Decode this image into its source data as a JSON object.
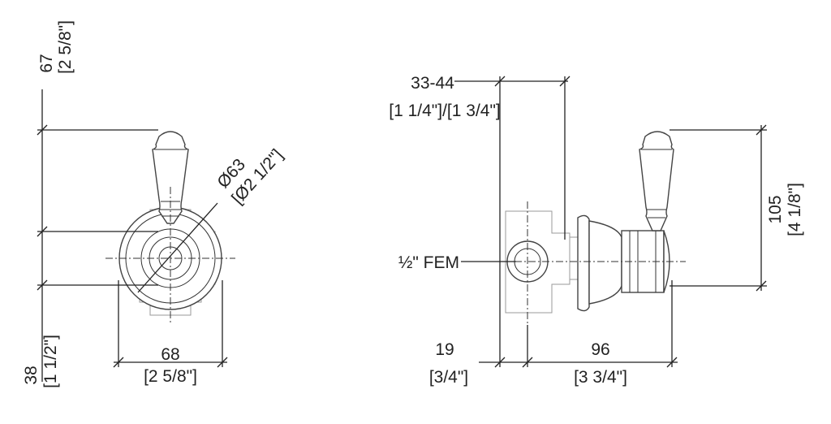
{
  "colors": {
    "line": "#222222",
    "housing": "#9a9a9a",
    "background": "#ffffff"
  },
  "front_view": {
    "height_top": {
      "mm": "67",
      "inch": "[2 5/8\"]"
    },
    "height_bottom": {
      "mm": "38",
      "inch": "[1 1/2\"]"
    },
    "diameter": {
      "mm": "Ø63",
      "inch": "[Ø2 1/2\"]"
    },
    "width": {
      "mm": "68",
      "inch": "[2 5/8\"]"
    }
  },
  "side_view": {
    "depth_range": {
      "mm": "33-44",
      "inch": "[1 1/4\"]/[1 3/4\"]"
    },
    "connection": "½\" FEM",
    "height": {
      "mm": "105",
      "inch": "[4 1/8\"]"
    },
    "rear_offset": {
      "mm": "19",
      "inch": "[3/4\"]"
    },
    "projection": {
      "mm": "96",
      "inch": "[3 3/4\"]"
    }
  }
}
